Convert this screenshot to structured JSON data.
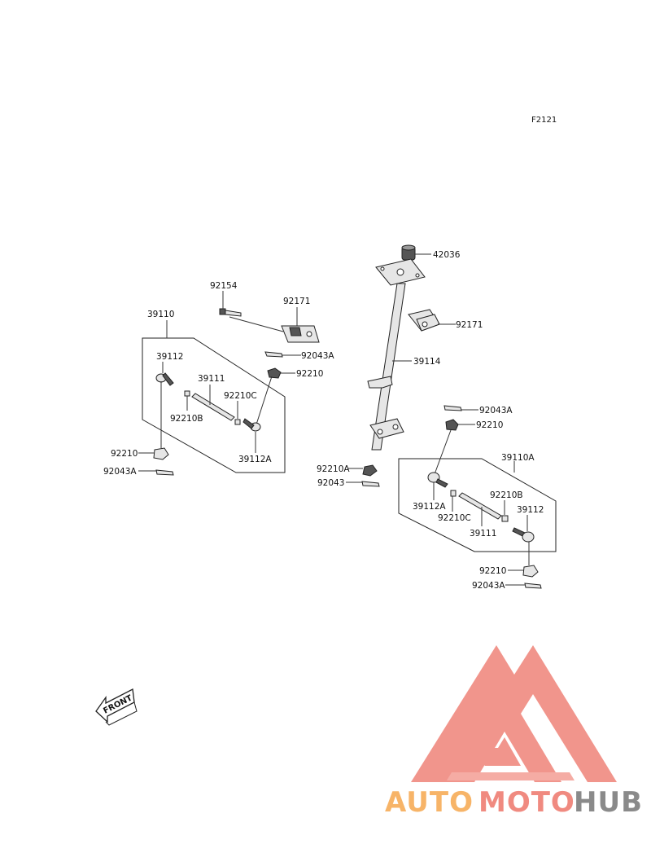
{
  "diagram": {
    "ref_code": "F2121",
    "labels": {
      "l_42036": "42036",
      "l_92171_right": "92171",
      "l_39114": "39114",
      "l_92043A_right": "92043A",
      "l_92210_right": "92210",
      "l_39110A": "39110A",
      "l_92210A": "92210A",
      "l_92043": "92043",
      "l_39112A_right": "39112A",
      "l_92210B_right": "92210B",
      "l_39112_right": "39112",
      "l_92210C_right": "92210C",
      "l_39111_right": "39111",
      "l_92210_right_low": "92210",
      "l_92043A_right_low": "92043A",
      "l_92154": "92154",
      "l_92171_left": "92171",
      "l_39110": "39110",
      "l_39112_left": "39112",
      "l_92043A_left": "92043A",
      "l_92210_left": "92210",
      "l_39111_left": "39111",
      "l_92210C_left": "92210C",
      "l_92210B_left": "92210B",
      "l_39112A_left": "39112A",
      "l_92210_left_low": "92210",
      "l_92043A_left_low": "92043A"
    },
    "front_label": "FRONT"
  },
  "watermark": {
    "brand_part1": "AUTO",
    "brand_part2": "MOTO",
    "brand_part3": "HUB",
    "colors": {
      "triangle": "#f08a80",
      "auto": "#f7b468",
      "moto": "#f08a80",
      "hub": "#8a8a8a"
    }
  }
}
